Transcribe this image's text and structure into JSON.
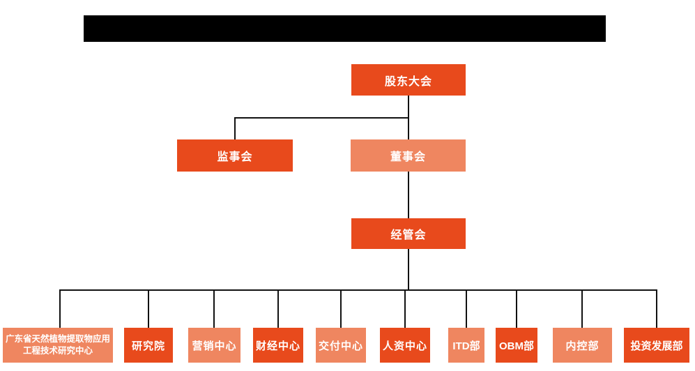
{
  "title_bar": {
    "redacted": true
  },
  "colors": {
    "node_dark_orange": "#e84a1c",
    "node_light_orange": "#ef8660",
    "connector_line": "#111111",
    "node_text": "#ffffff",
    "redaction_fill": "#000000",
    "background": "#ffffff"
  },
  "chart": {
    "type": "org-chart",
    "root": {
      "label": "股东大会",
      "variant": "dark"
    },
    "level2": [
      {
        "label": "监事会",
        "variant": "dark"
      },
      {
        "label": "董事会",
        "variant": "light"
      }
    ],
    "level3": {
      "label": "经管会",
      "variant": "dark"
    },
    "departments": [
      {
        "label": "广东省天然植物提取物应用工程技术研究中心",
        "variant": "light"
      },
      {
        "label": "研究院",
        "variant": "dark"
      },
      {
        "label": "营销中心",
        "variant": "light"
      },
      {
        "label": "财经中心",
        "variant": "dark"
      },
      {
        "label": "交付中心",
        "variant": "light"
      },
      {
        "label": "人资中心",
        "variant": "dark"
      },
      {
        "label": "ITD部",
        "variant": "light"
      },
      {
        "label": "OBM部",
        "variant": "dark"
      },
      {
        "label": "内控部",
        "variant": "light"
      },
      {
        "label": "投资发展部",
        "variant": "dark"
      }
    ]
  }
}
